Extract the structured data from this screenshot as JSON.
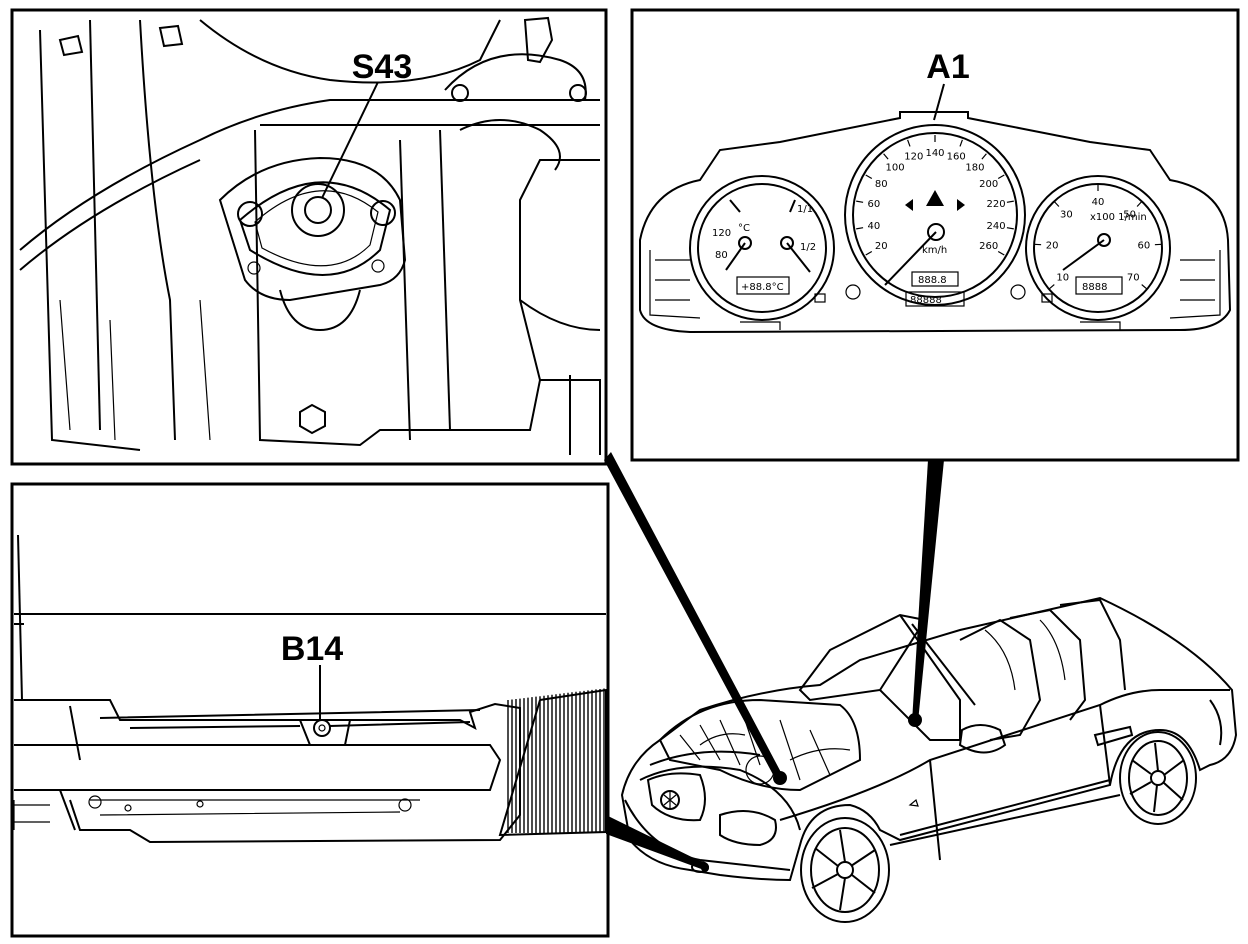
{
  "labels": {
    "s43": "S43",
    "a1": "A1",
    "b14": "B14"
  },
  "speedometer": {
    "scale": [
      "20",
      "40",
      "60",
      "80",
      "100",
      "120",
      "140",
      "160",
      "180",
      "200",
      "220",
      "240",
      "260"
    ],
    "unit": "km/h"
  },
  "tachometer": {
    "scale": [
      "10",
      "20",
      "30",
      "40",
      "50",
      "60",
      "70"
    ],
    "unit": "x100 1/min"
  },
  "coolant_gauge": {
    "scale": [
      "120",
      "80"
    ],
    "unit": "°C"
  },
  "fuel_gauge": {
    "scale": [
      "1/1",
      "1/2"
    ]
  },
  "displays": {
    "temp": "+88.8°C",
    "odo": "88888",
    "trip": "888.8",
    "clock": "8888"
  }
}
